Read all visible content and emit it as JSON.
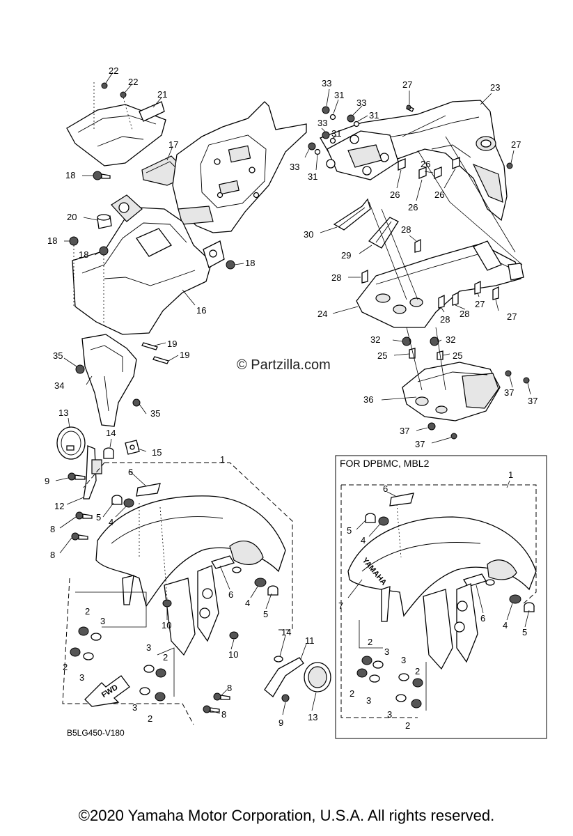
{
  "watermark": "© Partzilla.com",
  "diagram_code": "B5LG450-V180",
  "inset_title": "FOR DPBMC, MBL2",
  "fwd_label": "FWD",
  "fender_brand": "YAMAHA",
  "copyright": "©2020 Yamaha Motor Corporation, U.S.A. All rights reserved.",
  "callouts": [
    "22",
    "22",
    "21",
    "17",
    "18",
    "20",
    "18",
    "18",
    "18",
    "16",
    "19",
    "19",
    "33",
    "31",
    "33",
    "31",
    "33",
    "31",
    "33",
    "31",
    "27",
    "23",
    "27",
    "26",
    "26",
    "26",
    "26",
    "30",
    "28",
    "29",
    "28",
    "24",
    "27",
    "28",
    "28",
    "27",
    "32",
    "32",
    "25",
    "25",
    "36",
    "37",
    "37",
    "37",
    "37",
    "35",
    "34",
    "35",
    "13",
    "14",
    "15",
    "9",
    "12",
    "1",
    "6",
    "5",
    "4",
    "8",
    "8",
    "6",
    "4",
    "5",
    "10",
    "2",
    "3",
    "2",
    "3",
    "3",
    "2",
    "3",
    "2",
    "10",
    "14",
    "11",
    "8",
    "8",
    "9",
    "13",
    "1",
    "6",
    "5",
    "4",
    "7",
    "6",
    "4",
    "5",
    "2",
    "3",
    "2",
    "3",
    "3",
    "2",
    "3",
    "2"
  ]
}
